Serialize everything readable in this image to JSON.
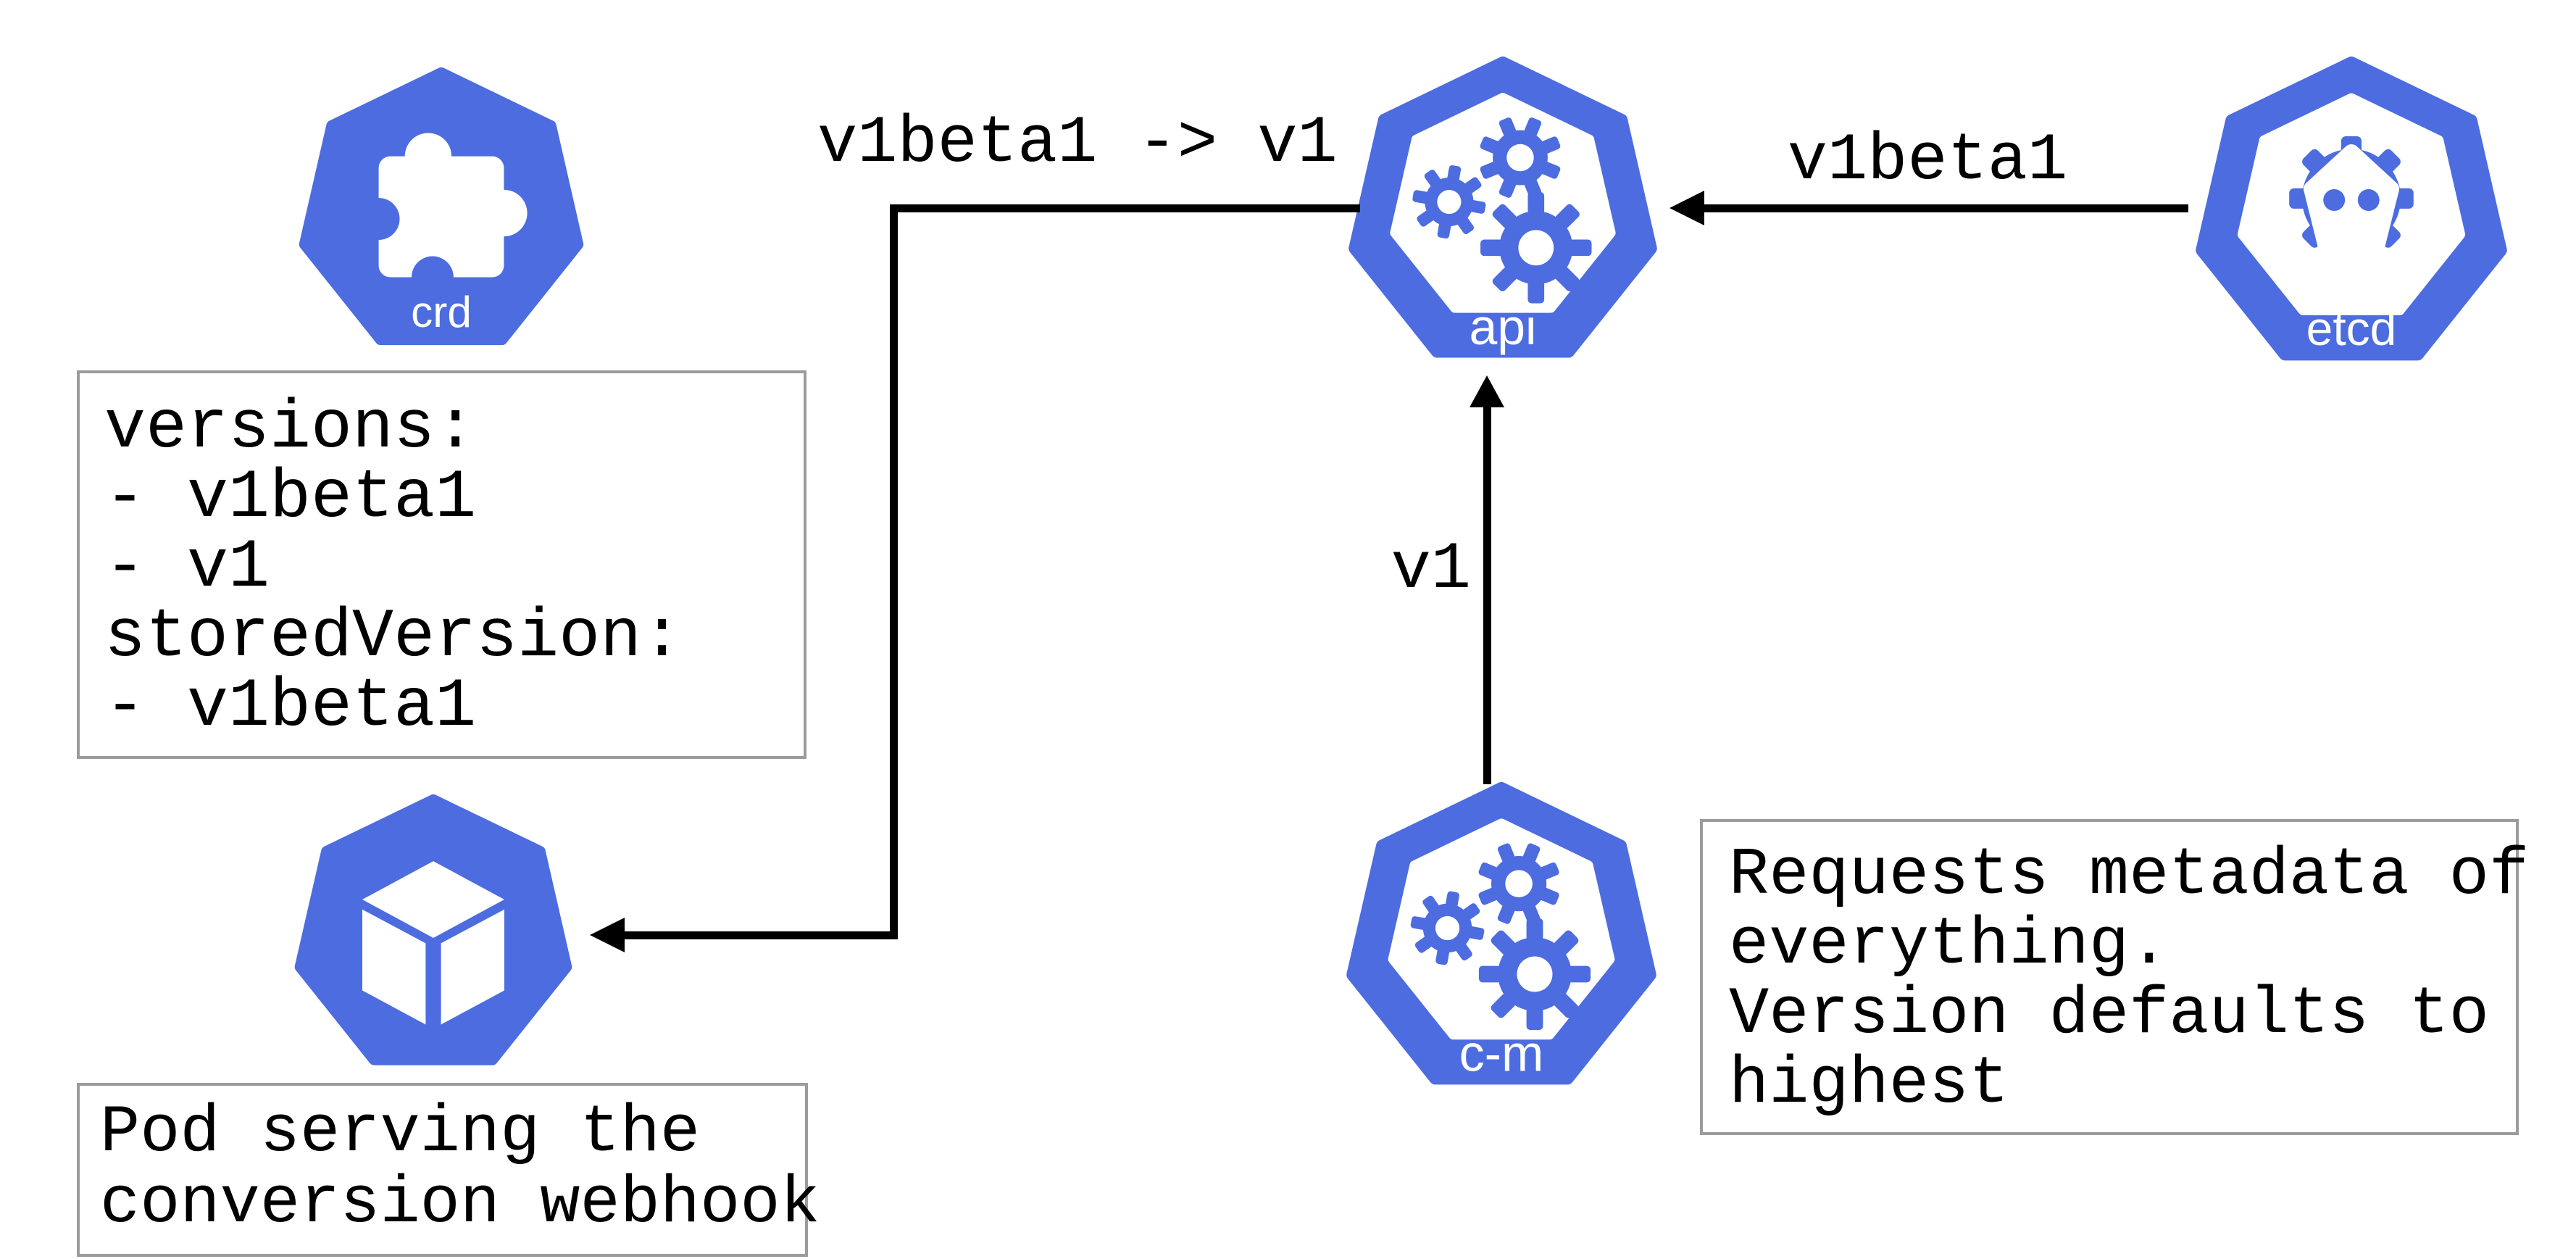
{
  "colors": {
    "k8s_blue": "#4c6ce0",
    "line_black": "#000000",
    "box_border": "#9b9b9b",
    "canvas_bg": "#ffffff",
    "icon_label_white": "#ffffff"
  },
  "icons": {
    "crd": {
      "label": "crd"
    },
    "api": {
      "label": "api"
    },
    "etcd": {
      "label": "etcd"
    },
    "controller_manager": {
      "label": "c-m"
    }
  },
  "edges": {
    "api_to_webhook": {
      "label": "v1beta1 -> v1"
    },
    "etcd_to_api": {
      "label": "v1beta1"
    },
    "controller_manager_to_api": {
      "label": "v1"
    }
  },
  "boxes": {
    "crd_versions": {
      "lines": [
        "versions:",
        "- v1beta1",
        "- v1",
        "storedVersion:",
        "- v1beta1"
      ]
    },
    "controller_manager_note": {
      "lines": [
        "Requests metadata of",
        "everything.",
        "Version defaults to",
        "highest"
      ]
    },
    "webhook_pod_note": {
      "lines": [
        "Pod serving the",
        "conversion webhook"
      ]
    }
  }
}
